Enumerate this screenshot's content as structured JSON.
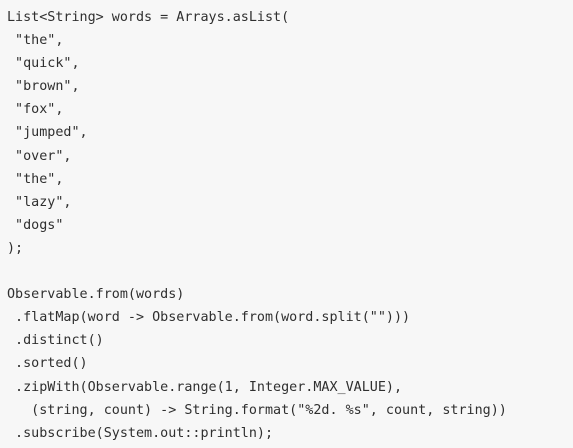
{
  "code": {
    "lines": [
      "List<String> words = Arrays.asList(",
      " \"the\",",
      " \"quick\",",
      " \"brown\",",
      " \"fox\",",
      " \"jumped\",",
      " \"over\",",
      " \"the\",",
      " \"lazy\",",
      " \"dogs\"",
      ");",
      "",
      "Observable.from(words)",
      " .flatMap(word -> Observable.from(word.split(\"\")))",
      " .distinct()",
      " .sorted()",
      " .zipWith(Observable.range(1, Integer.MAX_VALUE),",
      "   (string, count) -> String.format(\"%2d. %s\", count, string))",
      " .subscribe(System.out::println);"
    ]
  }
}
